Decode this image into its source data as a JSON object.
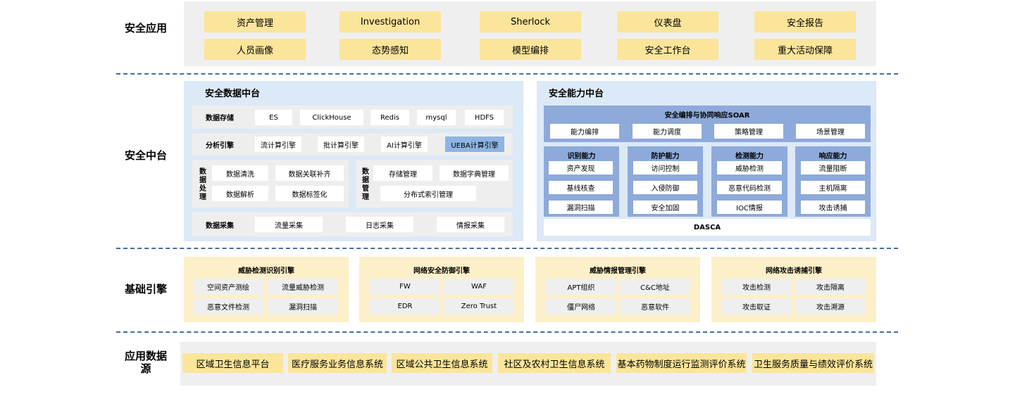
{
  "rows": {
    "app": "安全应用",
    "middle": "安全中台",
    "engine": "基础引擎",
    "source": "应用数据源"
  },
  "security_apps": {
    "row1": [
      "资产管理",
      "Investigation",
      "Sherlock",
      "仪表盘",
      "安全报告"
    ],
    "row2": [
      "人员画像",
      "态势感知",
      "模型编排",
      "安全工作台",
      "重大活动保障"
    ]
  },
  "data_platform": {
    "title": "安全数据中台",
    "storage": {
      "label": "数据存储",
      "items": [
        "ES",
        "ClickHouse",
        "Redis",
        "mysql",
        "HDFS"
      ]
    },
    "analysis": {
      "label": "分析引擎",
      "items": [
        "流计算引擎",
        "批计算引擎",
        "AI计算引擎",
        "UEBA计算引擎"
      ]
    },
    "processing": {
      "label": "数据处理",
      "items": [
        "数据清洗",
        "数据关联补齐",
        "数据解析",
        "数据标签化"
      ]
    },
    "management": {
      "label": "数据管理",
      "items": [
        "存储管理",
        "数据字典管理",
        "分布式索引管理"
      ]
    },
    "collection": {
      "label": "数据采集",
      "items": [
        "流量采集",
        "日志采集",
        "情报采集"
      ]
    }
  },
  "capability_platform": {
    "title": "安全能力中台",
    "soar": {
      "title": "安全编排与协同响应SOAR",
      "items": [
        "能力编排",
        "能力调度",
        "策略管理",
        "场景管理"
      ]
    },
    "columns": [
      {
        "title": "识别能力",
        "items": [
          "资产发现",
          "基线核查",
          "漏洞扫描"
        ]
      },
      {
        "title": "防护能力",
        "items": [
          "访问控制",
          "入侵防御",
          "安全加固"
        ]
      },
      {
        "title": "检测能力",
        "items": [
          "威胁检测",
          "恶意代码检测",
          "IOC情报"
        ]
      },
      {
        "title": "响应能力",
        "items": [
          "流量阻断",
          "主机隔离",
          "攻击诱捕"
        ]
      }
    ],
    "dasca": "DASCA"
  },
  "engines": [
    {
      "title": "威胁检测识别引擎",
      "items": [
        "空间资产测绘",
        "流量威胁检测",
        "恶意文件检测",
        "漏洞扫描"
      ]
    },
    {
      "title": "网络安全防御引擎",
      "items": [
        "FW",
        "WAF",
        "EDR",
        "Zero Trust"
      ]
    },
    {
      "title": "威胁情报管理引擎",
      "items": [
        "APT组织",
        "C&C地址",
        "僵尸网络",
        "恶意软件"
      ]
    },
    {
      "title": "网络攻击诱捕引擎",
      "items": [
        "攻击检测",
        "攻击隔离",
        "攻击取证",
        "攻击溯源"
      ]
    }
  ],
  "sources": [
    "区域卫生信息平台",
    "医疗服务业务信息系统",
    "区域公共卫生信息系统",
    "社区及农村卫生信息系统",
    "基本药物制度运行监测评价系统",
    "卫生服务质量与绩效评价系统"
  ],
  "colors": {
    "yellow": "#fbe59a",
    "light_yellow": "#fdefc8",
    "light_blue": "#dce9f6",
    "mid_blue": "#8eaadb",
    "highlight": "#8eb4e3",
    "dash": "#4a6e95"
  }
}
